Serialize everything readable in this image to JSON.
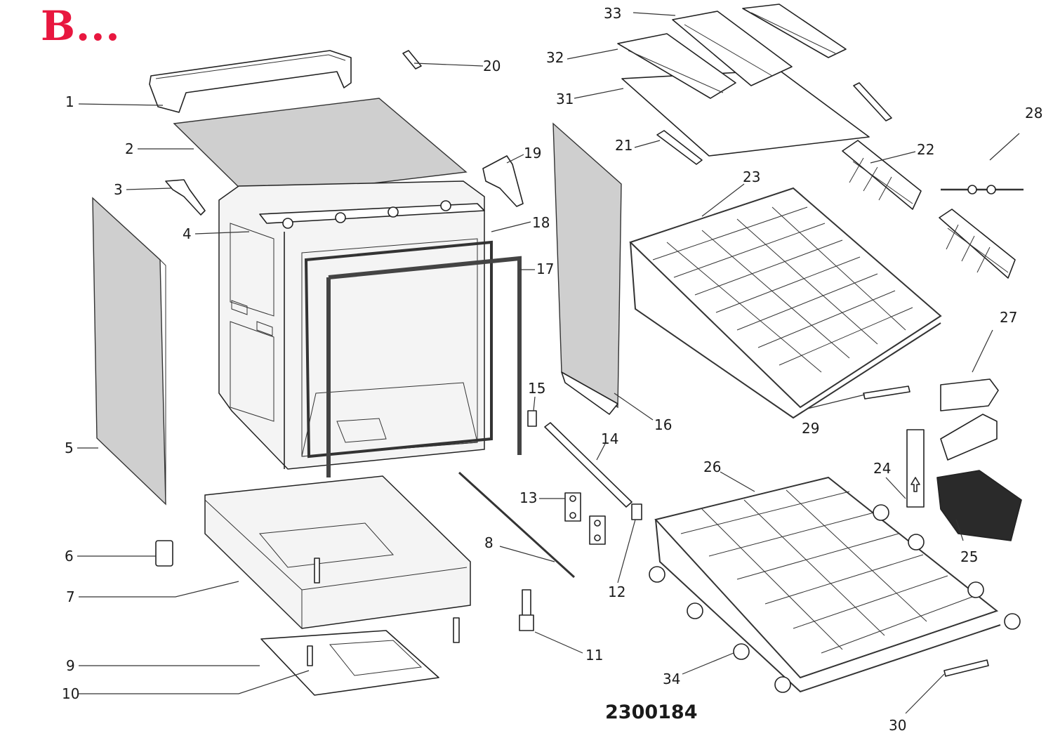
{
  "header": {
    "title": "B..."
  },
  "drawing_number": "2300184",
  "callouts": [
    {
      "id": "1",
      "label": "1"
    },
    {
      "id": "2",
      "label": "2"
    },
    {
      "id": "3",
      "label": "3"
    },
    {
      "id": "4",
      "label": "4"
    },
    {
      "id": "5",
      "label": "5"
    },
    {
      "id": "6",
      "label": "6"
    },
    {
      "id": "7",
      "label": "7"
    },
    {
      "id": "8",
      "label": "8"
    },
    {
      "id": "9",
      "label": "9"
    },
    {
      "id": "10",
      "label": "10"
    },
    {
      "id": "11",
      "label": "11"
    },
    {
      "id": "12",
      "label": "12"
    },
    {
      "id": "13",
      "label": "13"
    },
    {
      "id": "14",
      "label": "14"
    },
    {
      "id": "15",
      "label": "15"
    },
    {
      "id": "16",
      "label": "16"
    },
    {
      "id": "17",
      "label": "17"
    },
    {
      "id": "18",
      "label": "18"
    },
    {
      "id": "19",
      "label": "19"
    },
    {
      "id": "20",
      "label": "20"
    },
    {
      "id": "21",
      "label": "21"
    },
    {
      "id": "22",
      "label": "22"
    },
    {
      "id": "23",
      "label": "23"
    },
    {
      "id": "24",
      "label": "24"
    },
    {
      "id": "25",
      "label": "25"
    },
    {
      "id": "26",
      "label": "26"
    },
    {
      "id": "27",
      "label": "27"
    },
    {
      "id": "28",
      "label": "28"
    },
    {
      "id": "29",
      "label": "29"
    },
    {
      "id": "30",
      "label": "30"
    },
    {
      "id": "31",
      "label": "31"
    },
    {
      "id": "32",
      "label": "32"
    },
    {
      "id": "33",
      "label": "33"
    },
    {
      "id": "34",
      "label": "34"
    }
  ],
  "colors": {
    "title": "#e8173f",
    "line": "#222222",
    "panel_fill": "#cfcfcf"
  }
}
